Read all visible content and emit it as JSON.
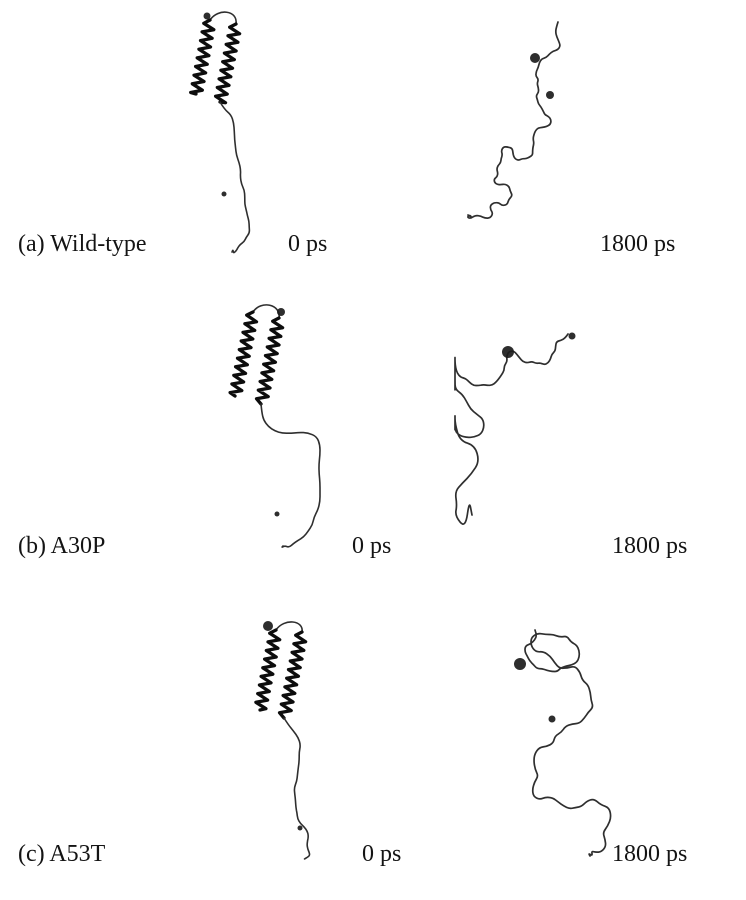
{
  "figure": {
    "rows": [
      {
        "panel_label": "(a) Wild-type",
        "time_initial": "0 ps",
        "time_final": "1800 ps"
      },
      {
        "panel_label": "(b) A30P",
        "time_initial": "0 ps",
        "time_final": "1800 ps"
      },
      {
        "panel_label": "(c) A53T",
        "time_initial": "0 ps",
        "time_final": "1800 ps"
      }
    ],
    "colors": {
      "helix": "#0d0d0d",
      "coil": "#2f2f2f",
      "blob": "#1c1c1c",
      "text": "#141414",
      "background": "#ffffff"
    }
  }
}
